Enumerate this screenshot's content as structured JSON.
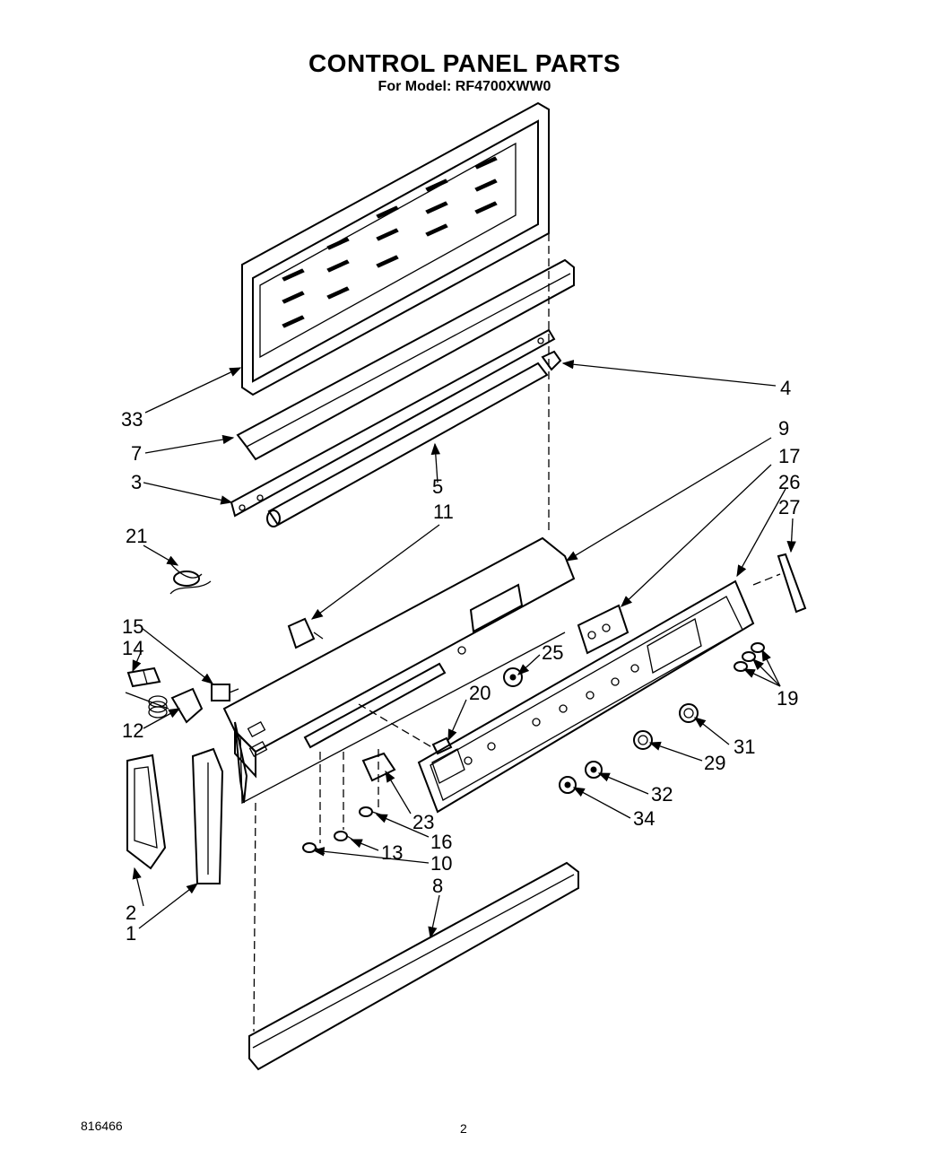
{
  "header": {
    "title": "CONTROL PANEL PARTS",
    "model": "For Model: RF4700XWW0"
  },
  "footer": {
    "code": "816466",
    "page": "2"
  },
  "callouts": {
    "c1": "1",
    "c2": "2",
    "c3": "3",
    "c4": "4",
    "c5": "5",
    "c7": "7",
    "c8": "8",
    "c9": "9",
    "c10": "10",
    "c11": "11",
    "c12": "12",
    "c13": "13",
    "c14": "14",
    "c15": "15",
    "c16": "16",
    "c17": "17",
    "c19": "19",
    "c20": "20",
    "c21": "21",
    "c23": "23",
    "c25": "25",
    "c26": "26",
    "c27": "27",
    "c29": "29",
    "c31": "31",
    "c32": "32",
    "c33": "33",
    "c34": "34"
  }
}
